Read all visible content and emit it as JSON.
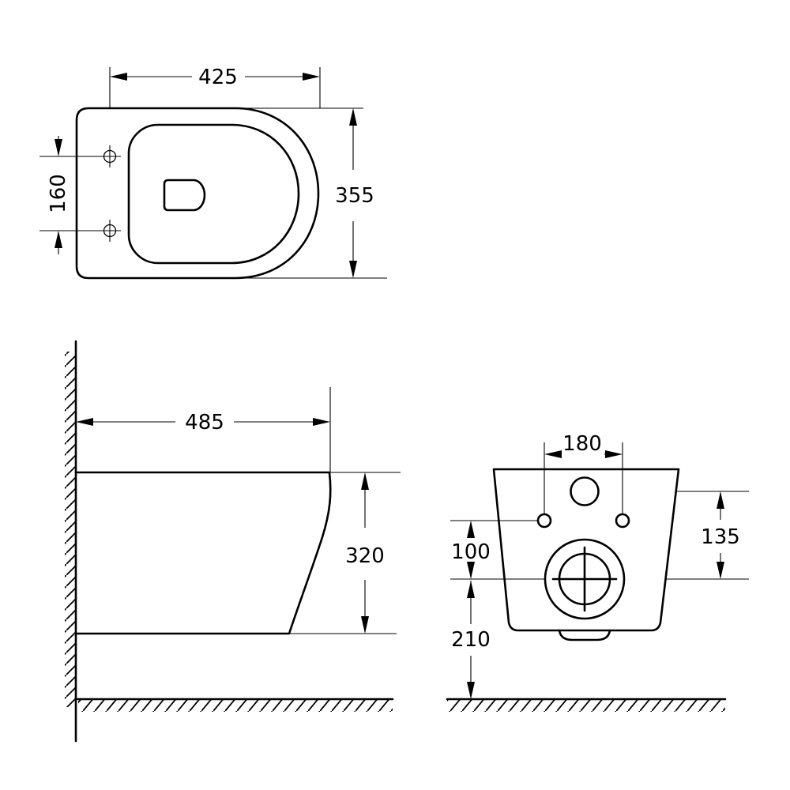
{
  "dimensions": {
    "top_width": "425",
    "top_depth": "355",
    "top_fix_spacing": "160",
    "side_length": "485",
    "side_height": "320",
    "front_fix_spacing": "180",
    "front_drain_height": "135",
    "front_fix_to_drain": "100",
    "front_drain_to_floor": "210"
  }
}
